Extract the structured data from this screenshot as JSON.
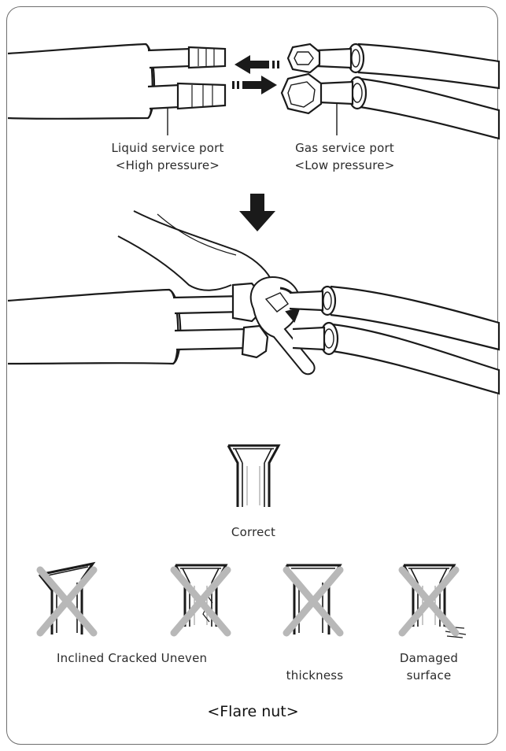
{
  "labels": {
    "liquid_port": "Liquid service port",
    "liquid_pressure": "<High pressure>",
    "gas_port": "Gas service port",
    "gas_pressure": "<Low pressure>",
    "correct": "Correct",
    "inclined_cracked_uneven": "Inclined Cracked Uneven",
    "thickness": "thickness",
    "damaged_line1": "Damaged",
    "damaged_line2": "surface",
    "title": "<Flare nut>"
  },
  "icons": {
    "left_arrow": "arrow-left-icon",
    "right_arrow": "arrow-right-icon",
    "down_arrow": "arrow-down-icon",
    "wrench": "wrench-icon",
    "reject_mark": "cross-icon"
  },
  "colors": {
    "line": "#1a1a1a",
    "cross": "#b8b8b8",
    "frame": "#6e6e6e"
  }
}
